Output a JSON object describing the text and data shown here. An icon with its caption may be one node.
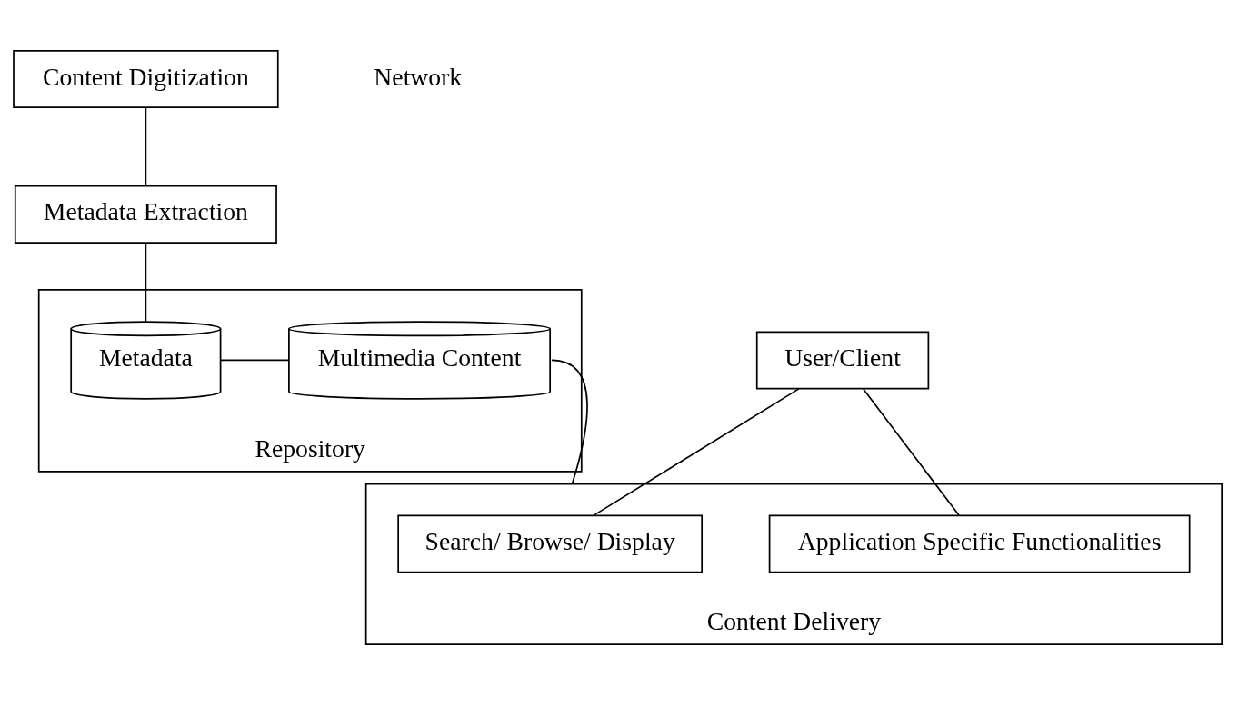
{
  "diagram": {
    "nodes": [
      {
        "text": [
          "Content Digitization"
        ]
      },
      {
        "text": [
          "User/Client"
        ]
      },
      {
        "text": [
          "Metadata Extraction"
        ]
      },
      {
        "text": [
          "Repository"
        ]
      },
      {
        "text": [
          "Metadata"
        ],
        "in": 3
      },
      {
        "text": [
          "Multimedia Content"
        ],
        "in": 3
      },
      {
        "text": [
          "Content Delivery"
        ]
      },
      {
        "text": [
          "Search/ Browse/ Display"
        ],
        "in": 6
      },
      {
        "text": [
          "Application Specific Functionalities"
        ],
        "in": 6
      }
    ],
    "edges": [
      {
        "from": 0,
        "to": 2,
        "arrow": "none"
      },
      {
        "from": 2,
        "to": 4,
        "arrow": "none"
      },
      {
        "from": 4,
        "to": 5,
        "arrow": "none"
      },
      {
        "from": 5,
        "to": 6,
        "arrow": "none"
      },
      {
        "from": 1,
        "to": 7,
        "arrow": "none"
      },
      {
        "from": 1,
        "to": 8,
        "arrow": "none"
      }
    ],
    "labels": [
      "Network"
    ]
  }
}
